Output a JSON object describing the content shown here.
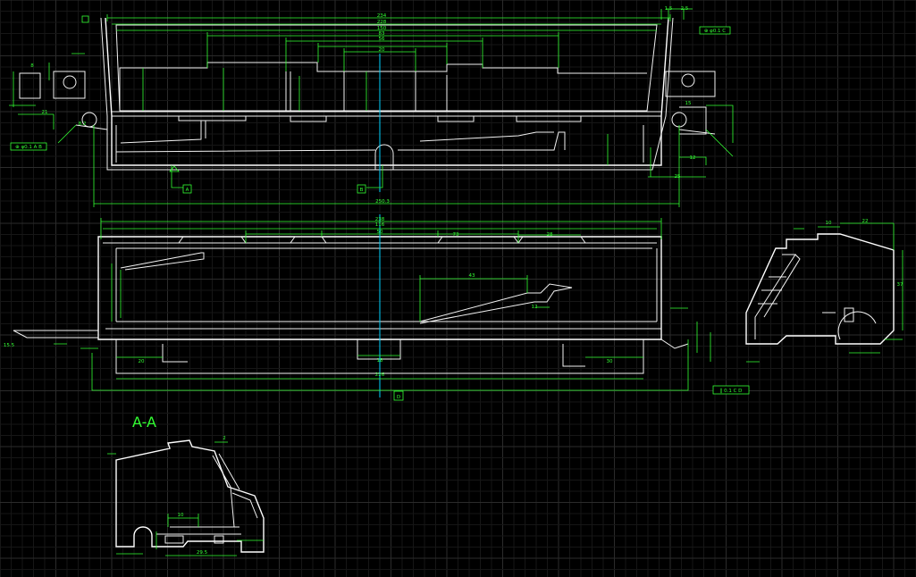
{
  "drawing": {
    "section_title": "A-A",
    "colors": {
      "background": "#000000",
      "geometry": "#f2f2f2",
      "dimension": "#33ff33",
      "centerline": "#00d2ff",
      "grid": "#2b2b2b"
    }
  },
  "dimension_labels": [
    {
      "name": "dim-234",
      "text": "234"
    },
    {
      "name": "dim-228",
      "text": "228"
    },
    {
      "name": "dim-150",
      "text": "150"
    },
    {
      "name": "dim-83",
      "text": "83"
    },
    {
      "name": "dim-56",
      "text": "56"
    },
    {
      "name": "dim-20",
      "text": "20"
    },
    {
      "name": "dim-250-3",
      "text": "250.3"
    },
    {
      "name": "dim-238",
      "text": "238"
    },
    {
      "name": "dim-116",
      "text": "116"
    },
    {
      "name": "dim-50",
      "text": "50"
    },
    {
      "name": "dim-73",
      "text": "73"
    },
    {
      "name": "dim-28",
      "text": "28"
    },
    {
      "name": "dim-43",
      "text": "43"
    },
    {
      "name": "dim-12",
      "text": "12"
    },
    {
      "name": "dim-226",
      "text": "226"
    },
    {
      "name": "dim-20-front",
      "text": "20"
    },
    {
      "name": "dim-18",
      "text": "18"
    },
    {
      "name": "dim-30",
      "text": "30"
    },
    {
      "name": "dim-15",
      "text": "15"
    },
    {
      "name": "dim-12-right",
      "text": "12"
    },
    {
      "name": "dim-25",
      "text": "25"
    },
    {
      "name": "dim-10-side",
      "text": "10"
    },
    {
      "name": "dim-22",
      "text": "22"
    },
    {
      "name": "dim-37",
      "text": "37"
    },
    {
      "name": "dim-10-section",
      "text": "10"
    },
    {
      "name": "dim-29-5",
      "text": "29.5"
    },
    {
      "name": "dim-2",
      "text": "2"
    },
    {
      "name": "dim-1-5",
      "text": "1.5"
    },
    {
      "name": "dim-2-5",
      "text": "2.5"
    },
    {
      "name": "dim-8",
      "text": "8"
    },
    {
      "name": "dim-21",
      "text": "21"
    },
    {
      "name": "dim-8-2",
      "text": "8.2"
    },
    {
      "name": "dim-15-5",
      "text": "15.5"
    },
    {
      "name": "datum-a",
      "text": "A"
    },
    {
      "name": "datum-b",
      "text": "B"
    },
    {
      "name": "datum-d",
      "text": "D"
    },
    {
      "name": "gdt-right",
      "text": "⊕ φ0.1 C"
    },
    {
      "name": "gdt-left",
      "text": "⊕ φ0.1 A B"
    },
    {
      "name": "gdt-front",
      "text": "∥ 0.1 C D"
    }
  ]
}
